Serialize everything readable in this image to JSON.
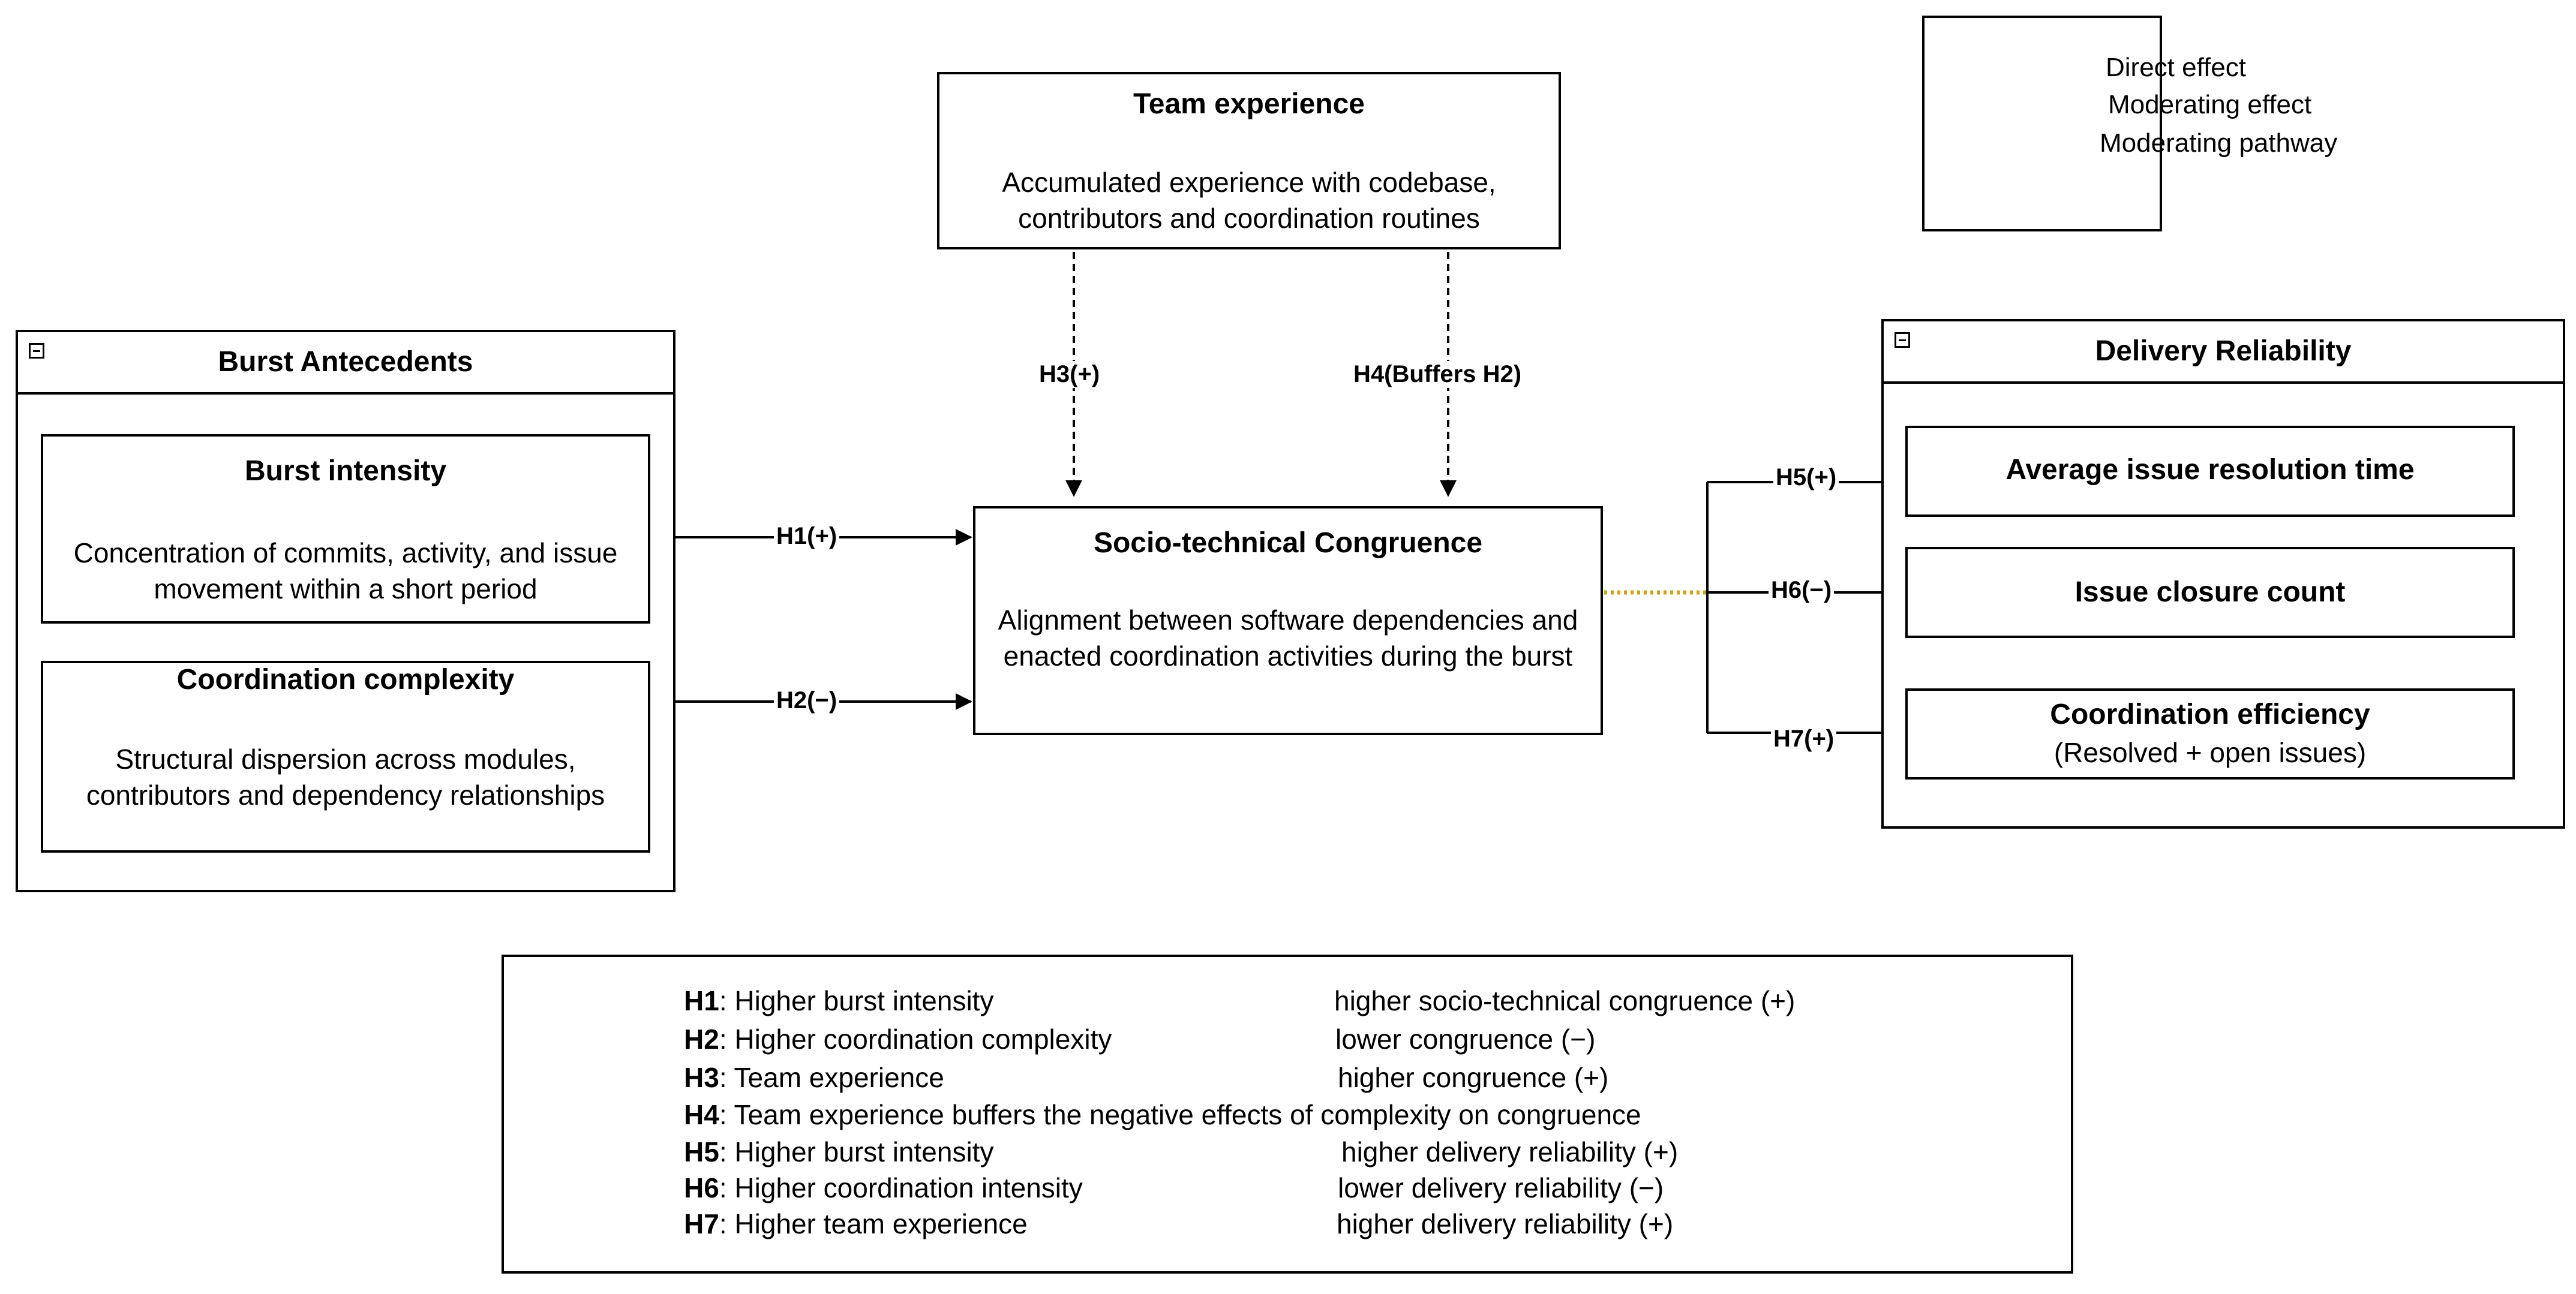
{
  "legend": {
    "direct": "Direct effect",
    "moderating": "Moderating effect",
    "pathway": "Moderating pathway",
    "pathway_color": "#D4A017"
  },
  "team": {
    "title": "Team experience",
    "desc": "Accumulated experience with codebase, contributors and coordination routines"
  },
  "antecedents": {
    "title": "Burst Antecedents",
    "intensity": {
      "title": "Burst intensity",
      "desc": "Concentration of commits, activity, and issue movement within a short period"
    },
    "complexity": {
      "title": "Coordination complexity",
      "desc": "Structural dispersion across modules, contributors and dependency relationships"
    }
  },
  "congruence": {
    "title": "Socio-technical Congruence",
    "desc": "Alignment between software dependencies and enacted coordination activities during the burst"
  },
  "reliability": {
    "title": "Delivery Reliability",
    "resolution": "Average issue resolution time",
    "closure": "Issue closure count",
    "efficiency_title": "Coordination efficiency",
    "efficiency_sub": "(Resolved + open issues)"
  },
  "edges": {
    "h1": "H1(+)",
    "h2": "H2(−)",
    "h3": "H3(+)",
    "h4": "H4(Buffers H2)",
    "h5": "H5(+)",
    "h6": "H6(−)",
    "h7": "H7(+)"
  },
  "hypotheses": [
    {
      "id": "H1",
      "cause": ": Higher burst intensity",
      "effect": "higher socio-technical congruence (+)"
    },
    {
      "id": "H2",
      "cause": ": Higher coordination complexity",
      "effect": "lower congruence (−)"
    },
    {
      "id": "H3",
      "cause": ": Team experience",
      "effect": "higher congruence (+)"
    },
    {
      "id": "H4",
      "cause": ": Team experience buffers the negative effects of complexity on congruence",
      "effect": ""
    },
    {
      "id": "H5",
      "cause": ": Higher burst intensity",
      "effect": "higher delivery reliability (+)"
    },
    {
      "id": "H6",
      "cause": ": Higher coordination intensity",
      "effect": "lower delivery reliability (−)"
    },
    {
      "id": "H7",
      "cause": ": Higher team experience",
      "effect": "higher delivery reliability (+)"
    }
  ]
}
